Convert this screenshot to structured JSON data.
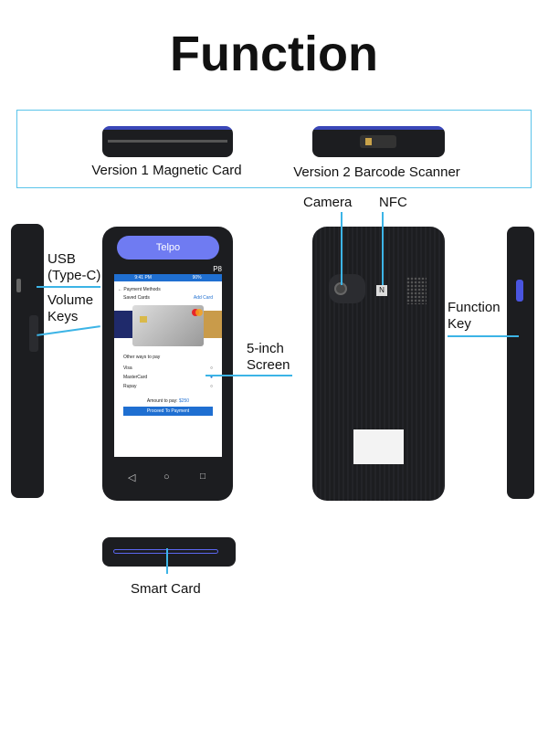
{
  "title": "Function",
  "versions": [
    {
      "label": "Version 1 Magnetic Card"
    },
    {
      "label": "Version 2 Barcode Scanner"
    }
  ],
  "callouts": {
    "usb": "USB\n(Type-C)",
    "volume": "Volume\nKeys",
    "screen": "5-inch\nScreen",
    "camera": "Camera",
    "nfc": "NFC",
    "function_key": "Function\nKey",
    "smart_card": "Smart Card"
  },
  "device": {
    "brand": "Telpo",
    "model": "P8"
  },
  "screen": {
    "status_time": "9:41 PM",
    "status_battery": "90%",
    "header": "Payment Methods",
    "saved_cards": "Saved Cards",
    "add_card": "Add Card",
    "other_ways": "Other ways to pay",
    "methods": [
      {
        "name": "Visa",
        "selected": false
      },
      {
        "name": "MasterCard",
        "selected": true
      },
      {
        "name": "Rupay",
        "selected": false
      }
    ],
    "amount_label": "Amount to pay:",
    "amount": "$250",
    "button": "Proceed To Payment"
  },
  "colors": {
    "accent": "#3cb4e6",
    "brand_blue": "#6f7bf2",
    "pay_button": "#1f6fd1"
  }
}
